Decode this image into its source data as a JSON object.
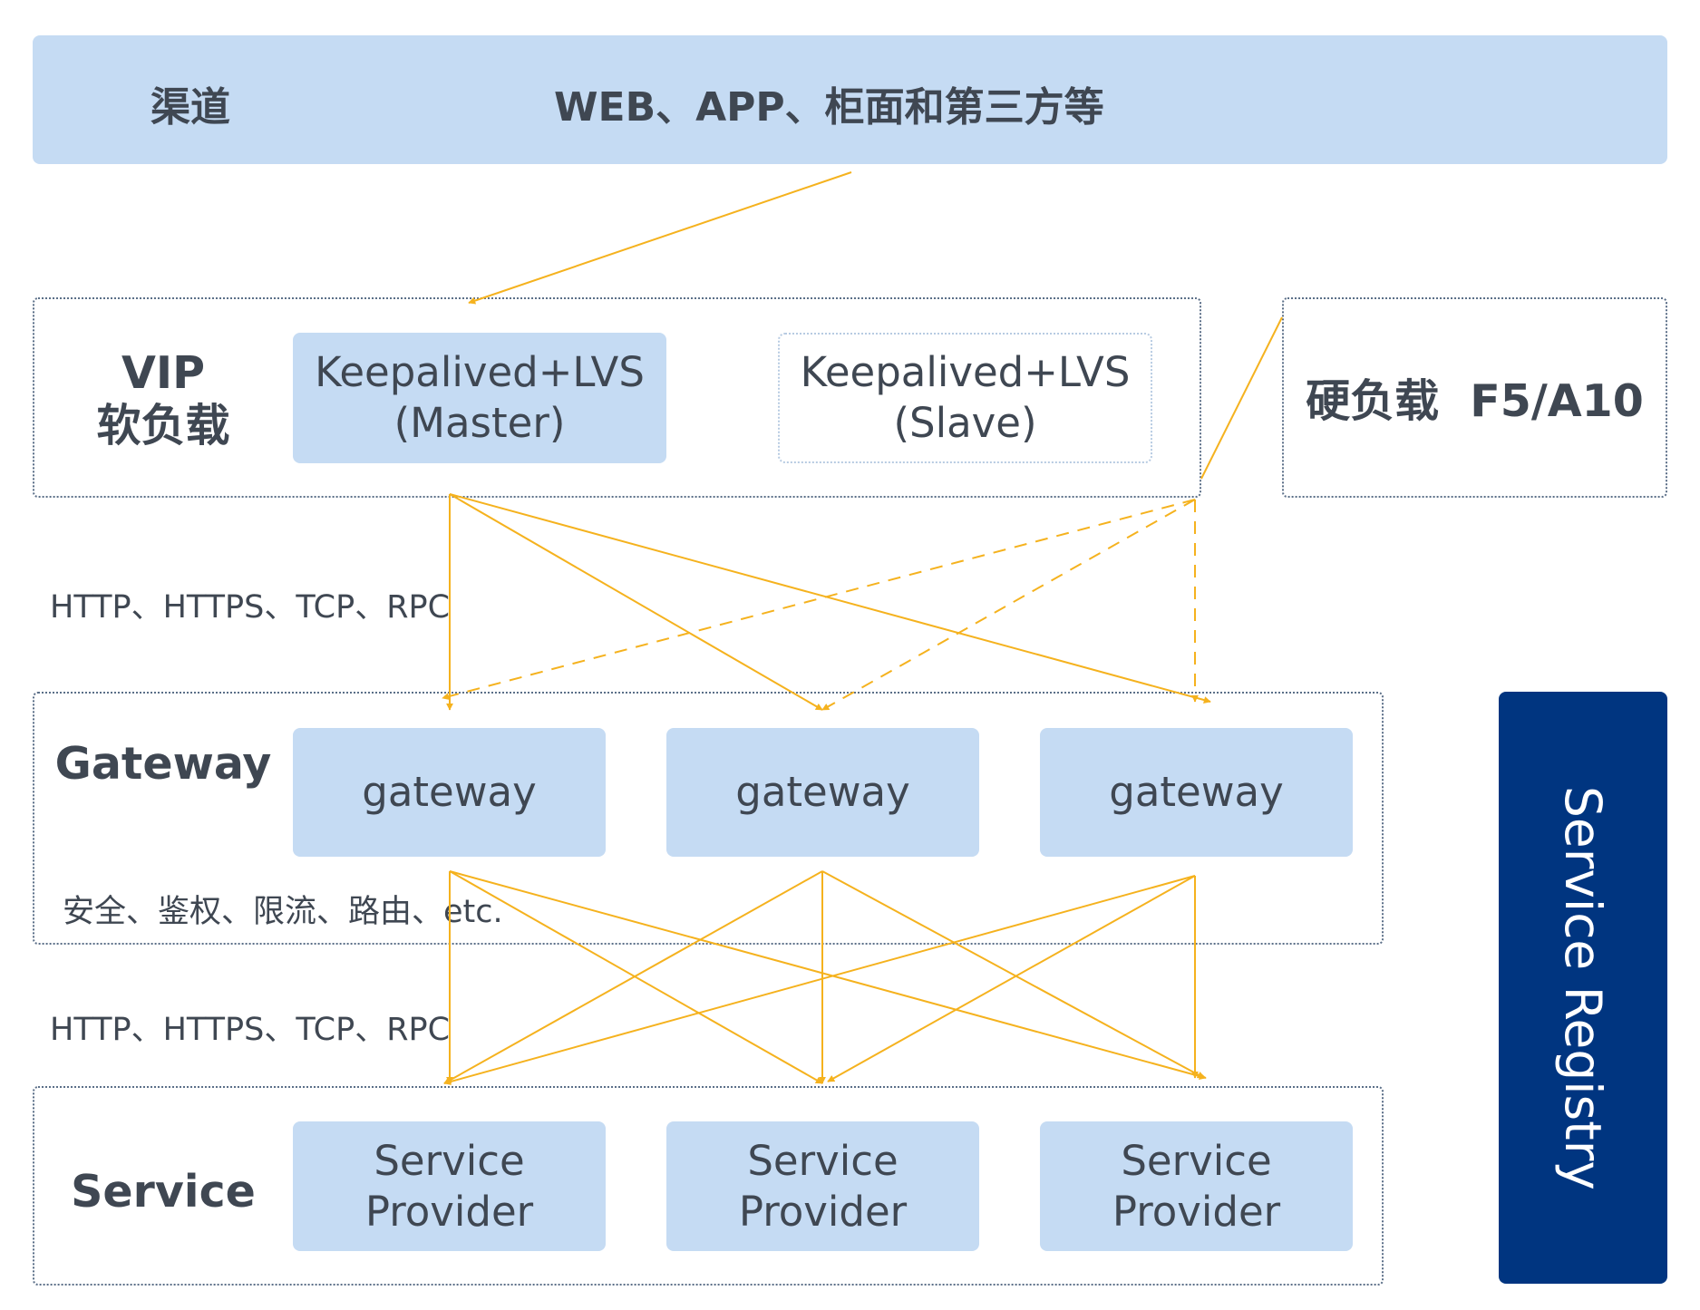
{
  "channel": {
    "label": "渠道",
    "content": "WEB、APP、柜面和第三方等"
  },
  "vip": {
    "label_line1": "VIP",
    "label_line2": "软负载",
    "master": {
      "line1": "Keepalived+LVS",
      "line2": "(Master)"
    },
    "slave": {
      "line1": "Keepalived+LVS",
      "line2": "(Slave)"
    }
  },
  "hard_lb": {
    "label": "硬负载  F5/A10"
  },
  "protocols_1": "HTTP、HTTPS、TCP、RPC",
  "protocols_2": "HTTP、HTTPS、TCP、RPC",
  "gateway_layer": {
    "label": "Gateway",
    "nodes": [
      "gateway",
      "gateway",
      "gateway"
    ],
    "features": "安全、鉴权、限流、路由、etc."
  },
  "service_layer": {
    "label": "Service",
    "providers": [
      {
        "line1": "Service",
        "line2": "Provider"
      },
      {
        "line1": "Service",
        "line2": "Provider"
      },
      {
        "line1": "Service",
        "line2": "Provider"
      }
    ]
  },
  "registry": {
    "label": "Service Registry"
  },
  "colors": {
    "arrow": "#f5b21e",
    "box": "#c5dbf3",
    "registry": "#003580",
    "text": "#3f4752"
  }
}
